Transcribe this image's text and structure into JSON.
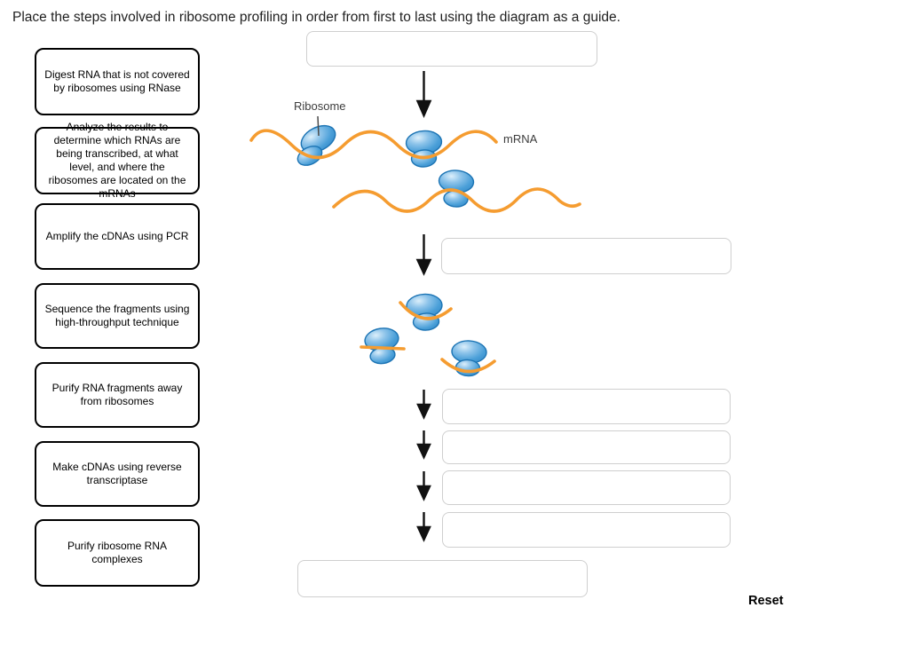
{
  "title": "Place the steps involved in ribosome profiling in order from first to last using the diagram as a guide.",
  "step_bank": {
    "cards": [
      {
        "label": "Digest RNA that is not covered by ribosomes using RNase"
      },
      {
        "label": "Analyze the results to determine which RNAs are being transcribed, at what level, and where the ribosomes are located on the mRNAs"
      },
      {
        "label": "Amplify the cDNAs using PCR"
      },
      {
        "label": "Sequence the fragments using high-throughput technique"
      },
      {
        "label": "Purify RNA fragments away from ribosomes"
      },
      {
        "label": "Make cDNAs using reverse transcriptase"
      },
      {
        "label": "Purify ribosome RNA complexes"
      }
    ]
  },
  "diagram": {
    "ribosome_label": "Ribosome",
    "mrna_label": "mRNA",
    "icons": {
      "down_arrow": "down-arrow",
      "mrna_strand": "orange-wavy-line",
      "ribosome": "blue-two-subunit-ellipses"
    }
  },
  "drop_slots": [
    {
      "value": "",
      "placeholder": ""
    },
    {
      "value": "",
      "placeholder": ""
    },
    {
      "value": "",
      "placeholder": ""
    },
    {
      "value": "",
      "placeholder": ""
    },
    {
      "value": "",
      "placeholder": ""
    },
    {
      "value": "",
      "placeholder": ""
    },
    {
      "value": "",
      "placeholder": ""
    }
  ],
  "reset": {
    "label": "Reset"
  },
  "colors": {
    "mrna_orange": "#F59C30",
    "ribosome_blue": "#4A9FD8",
    "ribosome_outline": "#1C74B4",
    "slot_border": "#CFCFCF",
    "card_border": "#000000",
    "arrow_black": "#111111"
  }
}
